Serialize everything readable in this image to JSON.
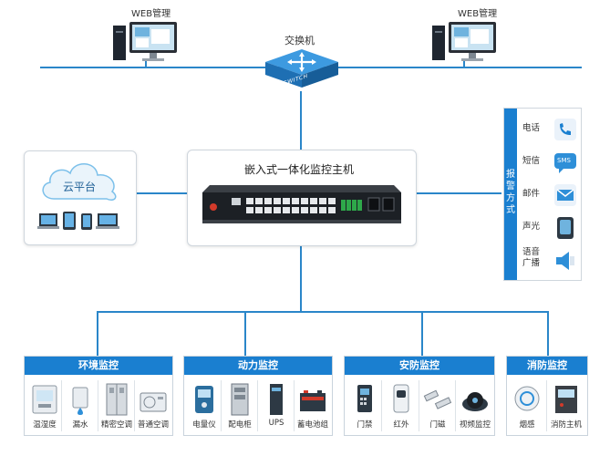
{
  "top": {
    "web_left_label": "WEB管理",
    "web_right_label": "WEB管理",
    "switch_label": "交换机",
    "switch_badge": "SWITCH"
  },
  "cloud": {
    "label": "云平台"
  },
  "host": {
    "title": "嵌入式一体化监控主机"
  },
  "alarm": {
    "title": "报警方式",
    "items": [
      {
        "label": "电话",
        "icon": "phone-icon"
      },
      {
        "label": "短信",
        "icon": "sms-icon"
      },
      {
        "label": "邮件",
        "icon": "mail-icon"
      },
      {
        "label": "声光",
        "icon": "light-alarm-icon"
      },
      {
        "label": "语音广播",
        "icon": "speaker-icon"
      }
    ],
    "sms_text": "SMS"
  },
  "categories": [
    {
      "title": "环境监控",
      "devices": [
        {
          "label": "温湿度",
          "icon": "thermo-hygrometer-icon"
        },
        {
          "label": "漏水",
          "icon": "water-leak-icon"
        },
        {
          "label": "精密空调",
          "icon": "precision-ac-icon"
        },
        {
          "label": "普通空调",
          "icon": "ac-icon"
        }
      ]
    },
    {
      "title": "动力监控",
      "devices": [
        {
          "label": "电量仪",
          "icon": "power-meter-icon"
        },
        {
          "label": "配电柜",
          "icon": "distribution-cabinet-icon"
        },
        {
          "label": "UPS",
          "icon": "ups-icon"
        },
        {
          "label": "蓄电池组",
          "icon": "battery-icon"
        }
      ]
    },
    {
      "title": "安防监控",
      "devices": [
        {
          "label": "门禁",
          "icon": "access-control-icon"
        },
        {
          "label": "红外",
          "icon": "infrared-sensor-icon"
        },
        {
          "label": "门磁",
          "icon": "door-magnet-icon"
        },
        {
          "label": "视频监控",
          "icon": "camera-icon"
        }
      ]
    },
    {
      "title": "消防监控",
      "devices": [
        {
          "label": "烟感",
          "icon": "smoke-detector-icon"
        },
        {
          "label": "消防主机",
          "icon": "fire-host-icon"
        }
      ]
    }
  ]
}
